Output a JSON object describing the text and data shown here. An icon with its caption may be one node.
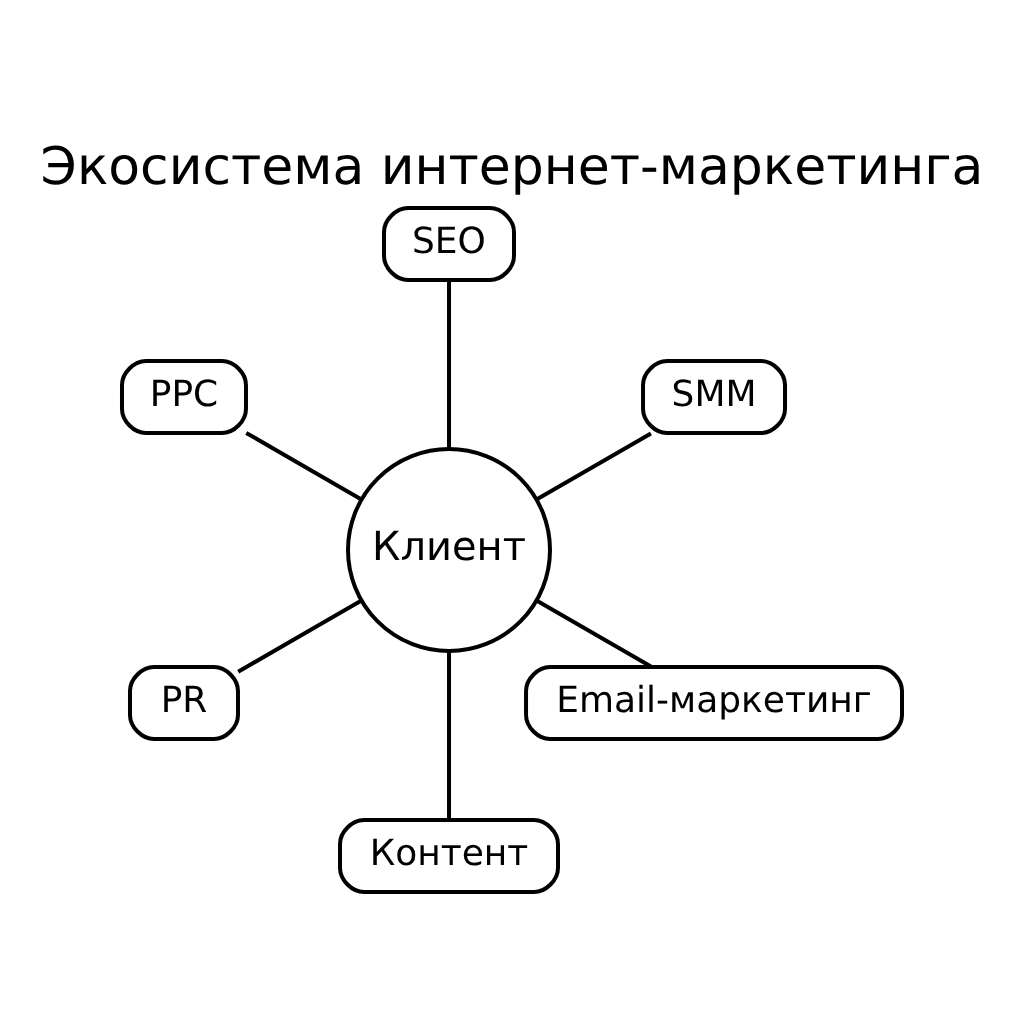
{
  "diagram": {
    "title": "Экосистема интернет-маркетинга",
    "nodes": [
      {
        "text": [
          "SMM"
        ]
      },
      {
        "text": [
          "SEO"
        ]
      },
      {
        "text": [
          "PPC"
        ]
      },
      {
        "text": [
          "Клиент"
        ]
      },
      {
        "text": [
          "PR"
        ]
      },
      {
        "text": [
          "Контент"
        ]
      },
      {
        "text": [
          "Email-маркетинг"
        ]
      }
    ],
    "edges": [
      {
        "from": 3,
        "to": 0,
        "arrow": "none"
      },
      {
        "from": 3,
        "to": 1,
        "arrow": "none"
      },
      {
        "from": 3,
        "to": 2,
        "arrow": "none"
      },
      {
        "from": 3,
        "to": 4,
        "arrow": "none"
      },
      {
        "from": 3,
        "to": 5,
        "arrow": "none"
      },
      {
        "from": 3,
        "to": 6,
        "arrow": "none"
      }
    ]
  }
}
